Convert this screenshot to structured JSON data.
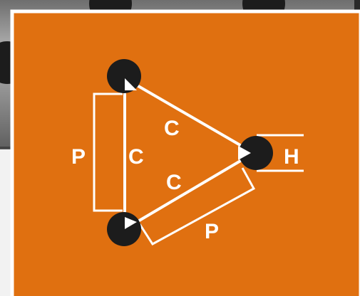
{
  "colors": {
    "panel": "#e07010",
    "node": "#1c1c1c",
    "line": "#ffffff",
    "backdrop": "#8f8f8f"
  },
  "diagram": {
    "nodes": [
      "top-left",
      "bottom-left",
      "right"
    ],
    "labels": {
      "c_top": "C",
      "c_left": "C",
      "c_bottom": "C",
      "p_left": "P",
      "p_bottom": "P",
      "h_right": "H"
    }
  }
}
